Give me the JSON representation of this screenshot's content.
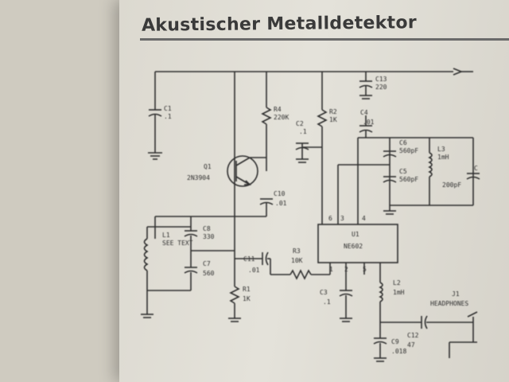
{
  "title": "Akustischer Metalldetektor",
  "components": {
    "c1": {
      "ref": "C1",
      "value": ".1"
    },
    "r4": {
      "ref": "R4",
      "value": "220K"
    },
    "r2": {
      "ref": "R2",
      "value": "1K"
    },
    "c2": {
      "ref": "C2",
      "value": ".1"
    },
    "c13": {
      "ref": "C13",
      "value": "220"
    },
    "c4": {
      "ref": "C4",
      "value": ".01"
    },
    "c5": {
      "ref": "C5",
      "value": "560pF"
    },
    "c6": {
      "ref": "C6",
      "value": "560pF"
    },
    "l3": {
      "ref": "L3",
      "value": "1mH"
    },
    "c_right": {
      "ref": "C",
      "value": "200pF"
    },
    "q1": {
      "ref": "Q1",
      "value": "2N3904"
    },
    "c10": {
      "ref": "C10",
      "value": ".01"
    },
    "l1": {
      "ref": "L1",
      "value": "SEE TEXT"
    },
    "c8": {
      "ref": "C8",
      "value": "330"
    },
    "c7": {
      "ref": "C7",
      "value": "560"
    },
    "c11": {
      "ref": "C11",
      "value": ".01"
    },
    "r3": {
      "ref": "R3",
      "value": "10K"
    },
    "r1": {
      "ref": "R1",
      "value": "1K"
    },
    "u1": {
      "ref": "U1",
      "value": "NE602"
    },
    "c3": {
      "ref": "C3",
      "value": ".1"
    },
    "l2": {
      "ref": "L2",
      "value": "1mH"
    },
    "c9": {
      "ref": "C9",
      "value": ".018"
    },
    "c12": {
      "ref": "C12",
      "value": "47"
    },
    "j1": {
      "ref": "J1",
      "value": "HEADPHONES"
    }
  },
  "pins": {
    "top": [
      "6",
      "3",
      "4"
    ],
    "bottom": [
      "1",
      "2",
      "5"
    ]
  },
  "colors": {
    "ink": "#2f2f2f",
    "paper": "#e1ded6"
  }
}
